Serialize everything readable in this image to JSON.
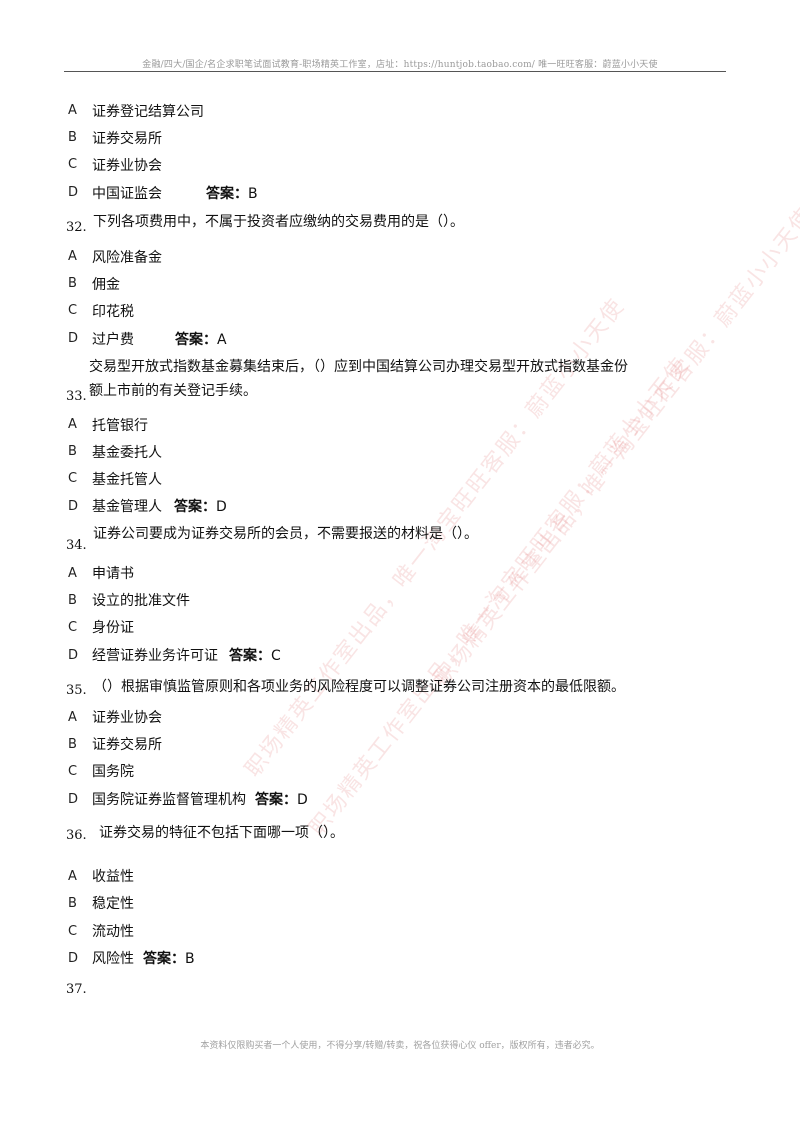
{
  "header": {
    "text": "金融/四大/国企/名企求职笔试面试教育-职场精英工作室，店址：https://huntjob.taobao.com/ 唯一旺旺客服：蔚蓝小小天使"
  },
  "footer": {
    "text": "本资料仅限购买者一个人使用，不得分享/转赠/转卖，祝各位获得心仪 offer，版权所有，违者必究。"
  },
  "watermark": {
    "line1": "职场精英工作室出品，唯一淘宝旺旺客服：蔚蓝小小天使",
    "line2": "职场精英工作室出品，唯一淘宝旺旺客服：蔚蓝小小天使",
    "line3": "职场精英工作室出品，唯一淘宝旺旺客服：蔚蓝小小天使"
  },
  "q31": {
    "options": [
      {
        "letter": "A",
        "text": "证券登记结算公司"
      },
      {
        "letter": "B",
        "text": "证券交易所"
      },
      {
        "letter": "C",
        "text": "证券业协会"
      },
      {
        "letter": "D",
        "text": "中国证监会"
      }
    ],
    "answer_label": "答案：",
    "answer": "B"
  },
  "q32": {
    "number": "32.",
    "text": "下列各项费用中，不属于投资者应缴纳的交易费用的是（）。",
    "options": [
      {
        "letter": "A",
        "text": "风险准备金"
      },
      {
        "letter": "B",
        "text": "佣金"
      },
      {
        "letter": "C",
        "text": "印花税"
      },
      {
        "letter": "D",
        "text": "过户费"
      }
    ],
    "answer_label": "答案：",
    "answer": "A"
  },
  "q33": {
    "number": "33.",
    "text_line1": "交易型开放式指数基金募集结束后，（）应到中国结算公司办理交易型开放式指数基金份",
    "text_line2": "额上市前的有关登记手续。",
    "options": [
      {
        "letter": "A",
        "text": "托管银行"
      },
      {
        "letter": "B",
        "text": "基金委托人"
      },
      {
        "letter": "C",
        "text": "基金托管人"
      },
      {
        "letter": "D",
        "text": "基金管理人"
      }
    ],
    "answer_label": "答案：",
    "answer": "D"
  },
  "q34": {
    "number": "34.",
    "text": "证券公司要成为证券交易所的会员，不需要报送的材料是（）。",
    "options": [
      {
        "letter": "A",
        "text": "申请书"
      },
      {
        "letter": "B",
        "text": "设立的批准文件"
      },
      {
        "letter": "C",
        "text": "身份证"
      },
      {
        "letter": "D",
        "text": "经营证券业务许可证"
      }
    ],
    "answer_label": "答案：",
    "answer": "C"
  },
  "q35": {
    "number": "35.",
    "text": "（）根据审慎监管原则和各项业务的风险程度可以调整证券公司注册资本的最低限额。",
    "options": [
      {
        "letter": "A",
        "text": "证券业协会"
      },
      {
        "letter": "B",
        "text": "证券交易所"
      },
      {
        "letter": "C",
        "text": "国务院"
      },
      {
        "letter": "D",
        "text": "国务院证券监督管理机构"
      }
    ],
    "answer_label": "答案：",
    "answer": "D"
  },
  "q36": {
    "number": "36.",
    "text": "证券交易的特征不包括下面哪一项（）。",
    "options": [
      {
        "letter": "A",
        "text": "收益性"
      },
      {
        "letter": "B",
        "text": "稳定性"
      },
      {
        "letter": "C",
        "text": "流动性"
      },
      {
        "letter": "D",
        "text": "风险性"
      }
    ],
    "answer_label": "答案：",
    "answer": "B"
  },
  "q37": {
    "number": "37."
  }
}
